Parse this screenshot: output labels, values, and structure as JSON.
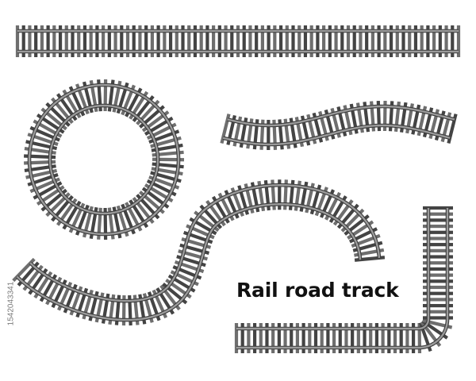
{
  "title": "Rail road track",
  "stock_id": "1542043341",
  "colors": {
    "background": "#ffffff",
    "rail": "#9a9a9a",
    "rail_edge": "#3a3a3a",
    "tie_dark": "#444444",
    "tie_light": "#6e6e6e",
    "caption": "#111111"
  },
  "tracks": [
    {
      "name": "straight-track",
      "shape": "straight line"
    },
    {
      "name": "circular-track",
      "shape": "closed circle"
    },
    {
      "name": "wavy-track",
      "shape": "sine wave"
    },
    {
      "name": "s-curve-track",
      "shape": "S curve"
    },
    {
      "name": "corner-track",
      "shape": "right angle corner"
    }
  ]
}
